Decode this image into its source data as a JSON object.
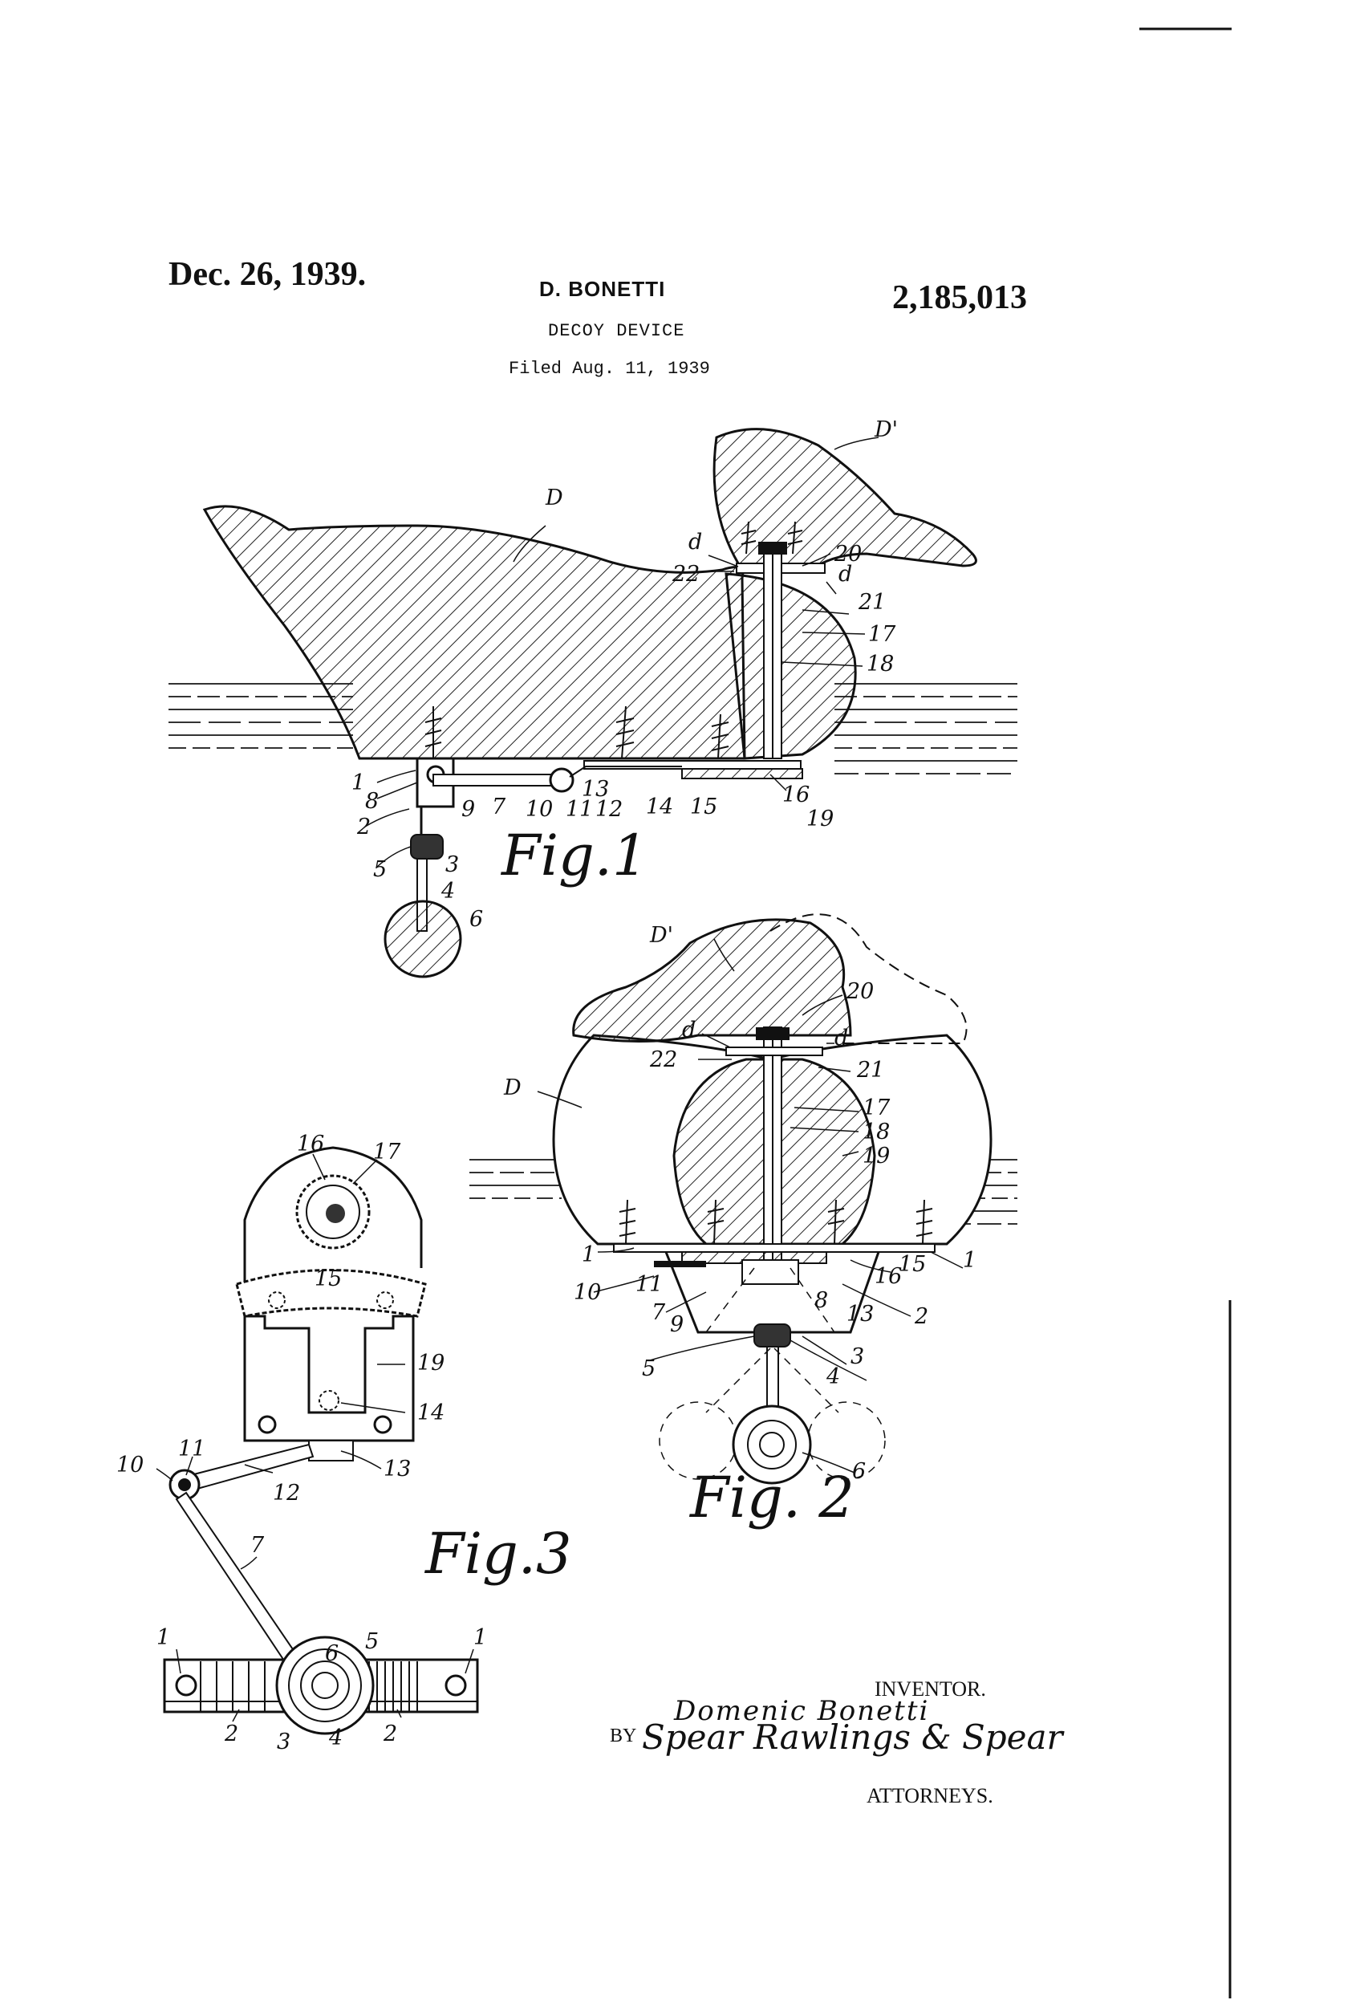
{
  "header": {
    "date": "Dec. 26, 1939.",
    "inventor_name": "D. BONETTI",
    "patent_number": "2,185,013",
    "title": "DECOY DEVICE",
    "filed": "Filed Aug. 11, 1939"
  },
  "figures": {
    "fig1": "Fig.1",
    "fig2": "Fig. 2",
    "fig3": "Fig.3"
  },
  "fig1_labels": [
    "D",
    "D'",
    "d",
    "20",
    "22",
    "d",
    "21",
    "17",
    "18",
    "1",
    "8",
    "9",
    "7",
    "10",
    "11",
    "12",
    "13",
    "14",
    "15",
    "16",
    "19",
    "2",
    "5",
    "3",
    "4",
    "6"
  ],
  "fig2_labels": [
    "D'",
    "20",
    "d",
    "d",
    "22",
    "21",
    "D",
    "17",
    "18",
    "19",
    "1",
    "15",
    "1",
    "10",
    "11",
    "16",
    "2",
    "7",
    "9",
    "13",
    "8",
    "5",
    "3",
    "4",
    "6"
  ],
  "fig3_labels": [
    "16",
    "17",
    "15",
    "19",
    "14",
    "11",
    "10",
    "12",
    "13",
    "7",
    "1",
    "6",
    "5",
    "1",
    "2",
    "3",
    "4",
    "2"
  ],
  "signature": {
    "inventor_caption": "INVENTOR.",
    "inventor_signature": "Domenic Bonetti",
    "by": "BY",
    "attorneys_signature": "Spear Rawlings & Spear",
    "attorneys_caption": "ATTORNEYS."
  }
}
